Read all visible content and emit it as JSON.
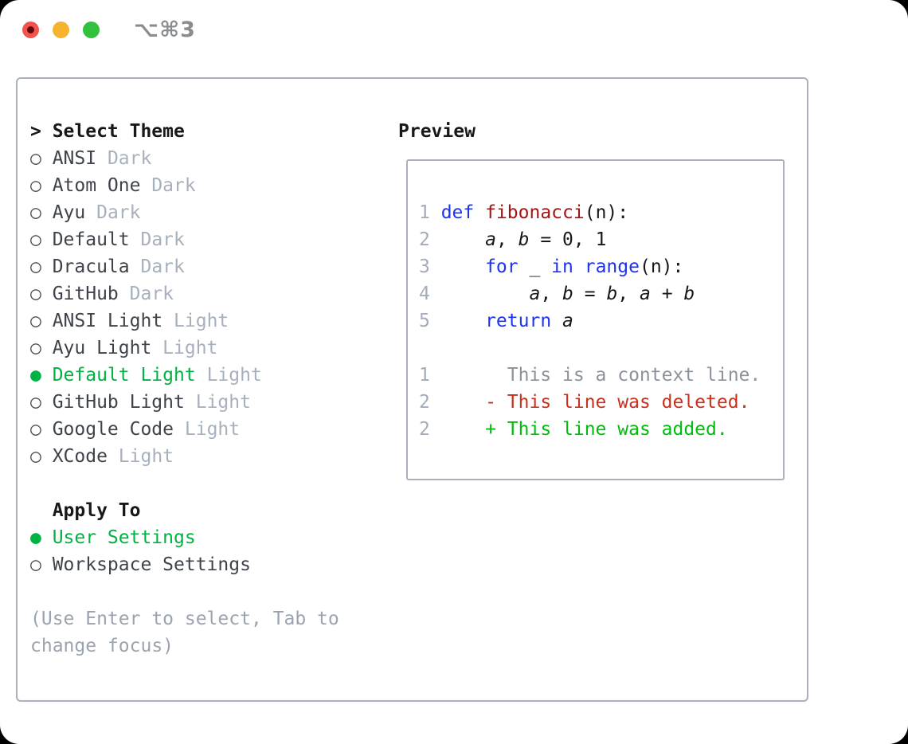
{
  "window": {
    "title": "⌥⌘3"
  },
  "icons": {
    "radio_unselected": "○",
    "radio_selected": "●"
  },
  "colors": {
    "selection_green": "#00b241",
    "diff_added_green": "#00bc0c",
    "diff_deleted_red": "#c9311f",
    "keyword_blue": "#1e33f2",
    "function_red": "#a31515",
    "muted_gray": "#a7b0bd",
    "border_gray": "#a9b0bc",
    "traffic_red": "#f4524d",
    "traffic_yellow": "#f6b42e",
    "traffic_green": "#32c13c"
  },
  "theme_panel": {
    "header": {
      "prompt": ">",
      "label": "Select Theme"
    },
    "themes": [
      {
        "name": "ANSI",
        "variant": "Dark",
        "selected": false
      },
      {
        "name": "Atom One",
        "variant": "Dark",
        "selected": false
      },
      {
        "name": "Ayu",
        "variant": "Dark",
        "selected": false
      },
      {
        "name": "Default",
        "variant": "Dark",
        "selected": false
      },
      {
        "name": "Dracula",
        "variant": "Dark",
        "selected": false
      },
      {
        "name": "GitHub",
        "variant": "Dark",
        "selected": false
      },
      {
        "name": "ANSI Light",
        "variant": "Light",
        "selected": false
      },
      {
        "name": "Ayu Light",
        "variant": "Light",
        "selected": false
      },
      {
        "name": "Default Light",
        "variant": "Light",
        "selected": true
      },
      {
        "name": "GitHub Light",
        "variant": "Light",
        "selected": false
      },
      {
        "name": "Google Code",
        "variant": "Light",
        "selected": false
      },
      {
        "name": "XCode",
        "variant": "Light",
        "selected": false
      }
    ],
    "apply_to": {
      "label": "Apply To",
      "options": [
        {
          "name": "User Settings",
          "selected": true
        },
        {
          "name": "Workspace Settings",
          "selected": false
        }
      ]
    },
    "help_text": "(Use Enter to select, Tab to change focus)"
  },
  "preview": {
    "label": "Preview",
    "code_lines": [
      {
        "num": "1",
        "segments": [
          {
            "text": "def",
            "style": "keyword"
          },
          {
            "text": " ",
            "style": "plain"
          },
          {
            "text": "fibonacci",
            "style": "function"
          },
          {
            "text": "(n):",
            "style": "plain"
          }
        ]
      },
      {
        "num": "2",
        "segments": [
          {
            "text": "    ",
            "style": "plain"
          },
          {
            "text": "a",
            "style": "variable"
          },
          {
            "text": ", ",
            "style": "plain"
          },
          {
            "text": "b",
            "style": "variable"
          },
          {
            "text": " = 0, 1",
            "style": "plain"
          }
        ]
      },
      {
        "num": "3",
        "segments": [
          {
            "text": "    ",
            "style": "plain"
          },
          {
            "text": "for",
            "style": "keyword"
          },
          {
            "text": " _ ",
            "style": "plain"
          },
          {
            "text": "in",
            "style": "keyword"
          },
          {
            "text": " ",
            "style": "plain"
          },
          {
            "text": "range",
            "style": "keyword"
          },
          {
            "text": "(n):",
            "style": "plain"
          }
        ]
      },
      {
        "num": "4",
        "segments": [
          {
            "text": "        ",
            "style": "plain"
          },
          {
            "text": "a",
            "style": "variable"
          },
          {
            "text": ", ",
            "style": "plain"
          },
          {
            "text": "b",
            "style": "variable"
          },
          {
            "text": " = ",
            "style": "plain"
          },
          {
            "text": "b",
            "style": "variable"
          },
          {
            "text": ", ",
            "style": "plain"
          },
          {
            "text": "a",
            "style": "variable"
          },
          {
            "text": " + ",
            "style": "plain"
          },
          {
            "text": "b",
            "style": "variable"
          }
        ]
      },
      {
        "num": "5",
        "segments": [
          {
            "text": "    ",
            "style": "plain"
          },
          {
            "text": "return",
            "style": "keyword"
          },
          {
            "text": " ",
            "style": "plain"
          },
          {
            "text": "a",
            "style": "variable"
          }
        ]
      }
    ],
    "diff_lines": [
      {
        "num": "1",
        "segments": [
          {
            "text": "      This is a context line.",
            "style": "context"
          }
        ]
      },
      {
        "num": "2",
        "segments": [
          {
            "text": "    ",
            "style": "plain"
          },
          {
            "text": "- This line was deleted.",
            "style": "deleted"
          }
        ]
      },
      {
        "num": "2",
        "segments": [
          {
            "text": "    ",
            "style": "plain"
          },
          {
            "text": "+ This line was added.",
            "style": "added"
          }
        ]
      }
    ]
  }
}
